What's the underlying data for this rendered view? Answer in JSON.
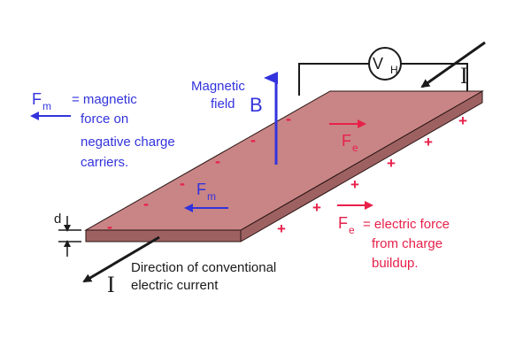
{
  "colors": {
    "slab_top": "#c98585",
    "slab_side": "#9e6161",
    "blue": "#3333dd",
    "red": "#e8204a",
    "dark": "#1a1a1a"
  },
  "voltmeter": {
    "symbol": "V",
    "subscript": "H"
  },
  "current_top": {
    "symbol": "I"
  },
  "current_bottom": {
    "symbol": "I",
    "line1": "Direction of conventional",
    "line2": "electric current"
  },
  "magnetic_field": {
    "line1": "Magnetic",
    "line2": "field",
    "symbol": "B"
  },
  "fm_legend": {
    "symbol": "F",
    "subscript": "m",
    "line1": "= magnetic",
    "line2": "force on",
    "line3": "negative charge",
    "line4": "carriers."
  },
  "fm_slab": {
    "symbol": "F",
    "subscript": "m"
  },
  "fe_slab": {
    "symbol": "F",
    "subscript": "e"
  },
  "fe_legend": {
    "symbol": "F",
    "subscript": "e",
    "line1": "= electric force",
    "line2": "from charge",
    "line3": "buildup."
  },
  "thickness": {
    "symbol": "d"
  },
  "charges": {
    "minus": "-",
    "plus": "+"
  }
}
